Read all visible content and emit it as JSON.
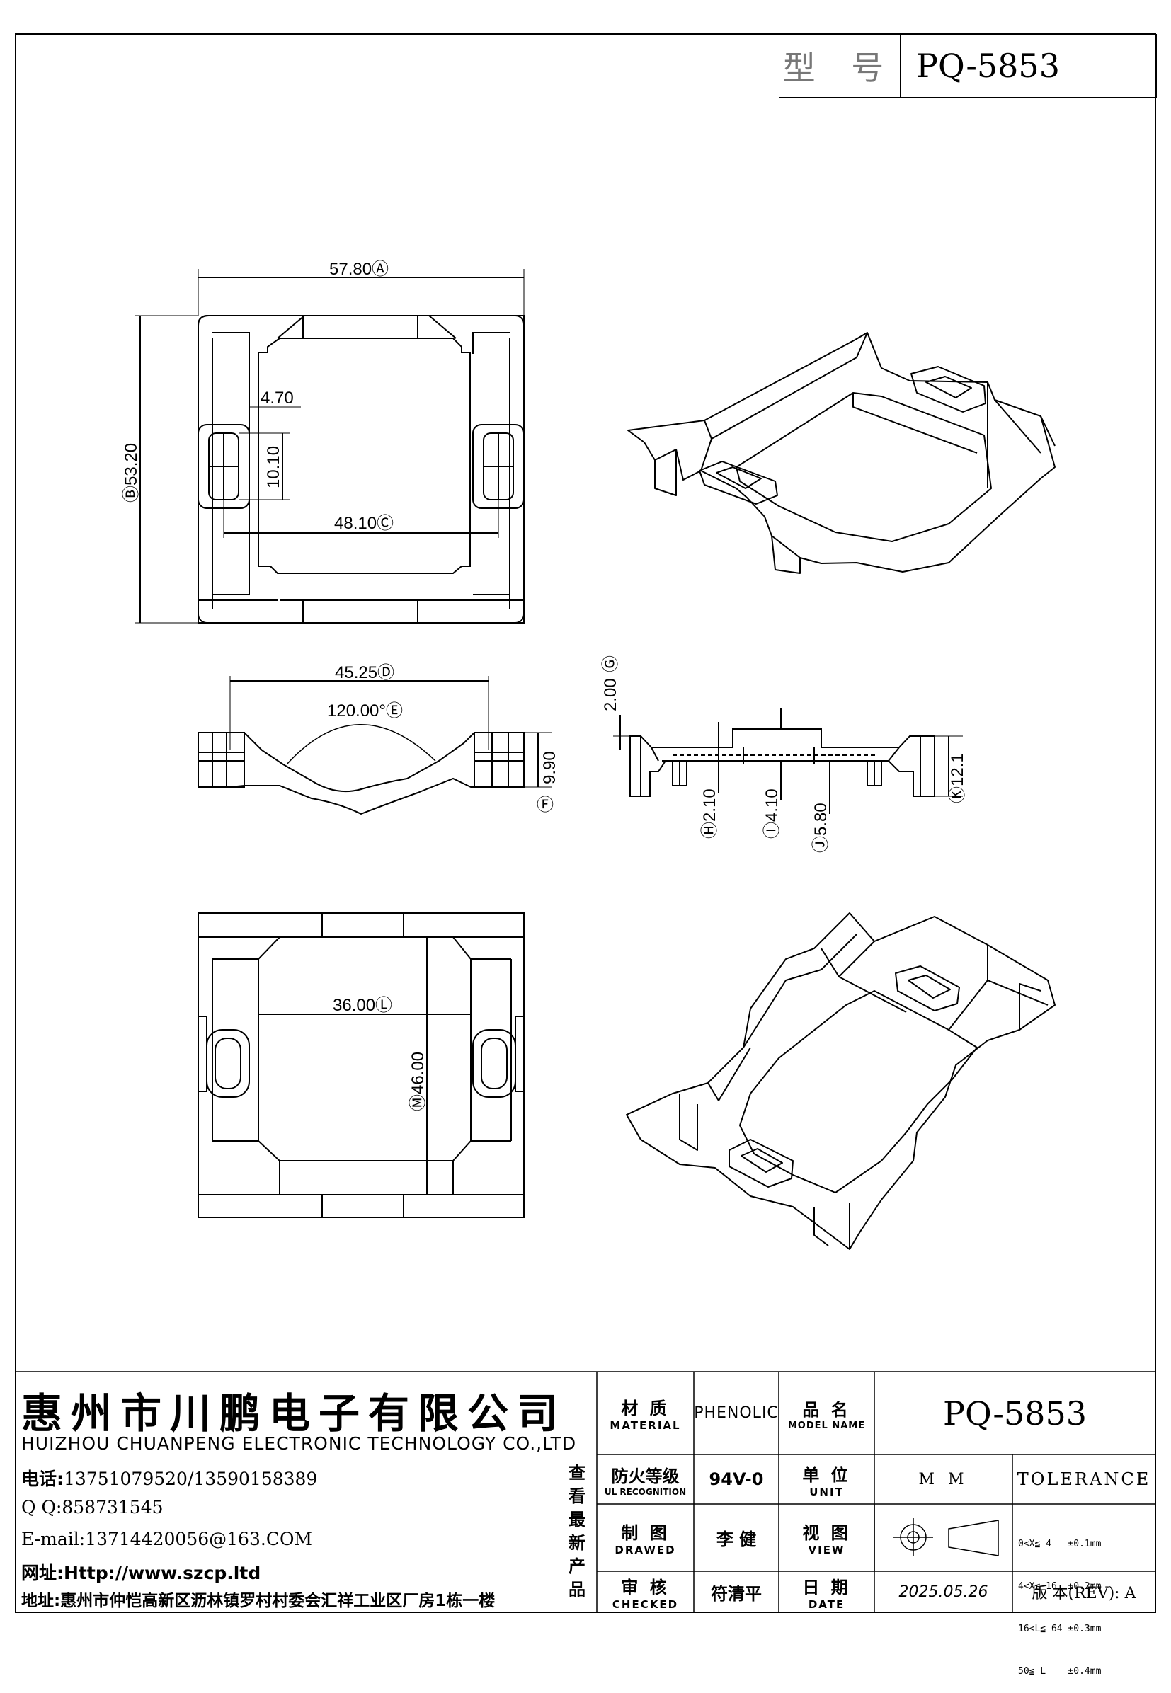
{
  "header": {
    "label": "型 号",
    "model": "PQ-5853"
  },
  "dimensions": {
    "A": "57.80Ⓐ",
    "B": "Ⓑ53.20",
    "C_top": "48.10Ⓒ",
    "d470": "4.70",
    "d1010": "10.10",
    "D": "45.25Ⓓ",
    "E": "120.00°Ⓔ",
    "F_val": "9.90",
    "F_mark": "Ⓕ",
    "G_mark": "Ⓖ",
    "G_val": "2.00",
    "H": "Ⓗ2.10",
    "I": "Ⓘ4.10",
    "J": "Ⓙ5.80",
    "K": "Ⓚ12.1",
    "L": "36.00Ⓛ",
    "M": "Ⓜ46.00"
  },
  "company": {
    "name_cn": "惠州市川鹏电子有限公司",
    "name_en": "HUIZHOU CHUANPENG ELECTRONIC TECHNOLOGY CO.,LTD",
    "phone_label": "电话:",
    "phone": "13751079520/13590158389",
    "qq": "Q Q:858731545",
    "email": "E-mail:13714420056@163.COM",
    "web_label": "网址:",
    "web": "Http://www.szcp.ltd",
    "addr_label": "地址:",
    "addr": "惠州市仲恺高新区沥林镇罗村村委会汇祥工业区厂房1栋一楼",
    "side_note": "查看最新产品"
  },
  "table": {
    "material_cn": "材 质",
    "material_en": "MATERIAL",
    "material_val": "PHENOLIC",
    "model_cn": "品 名",
    "model_en": "MODEL NAME",
    "model_val": "PQ-5853",
    "fire_cn": "防火等级",
    "fire_en": "UL RECOGNITION",
    "fire_val": "94V-0",
    "unit_cn": "单 位",
    "unit_en": "UNIT",
    "unit_val": "M M",
    "tolerance": "TOLERANCE",
    "drawn_cn": "制 图",
    "drawn_en": "DRAWED",
    "drawn_val": "李 健",
    "view_cn": "视 图",
    "view_en": "VIEW",
    "tol_lines": [
      "0<X≦ 4   ±0.1mm",
      "4<X≦ 16  ±0.2mm",
      "16<L≦ 64 ±0.3mm",
      "50≦ L    ±0.4mm"
    ],
    "check_cn": "审 核",
    "check_en": "CHECKED",
    "check_val": "符清平",
    "date_cn": "日 期",
    "date_en": "DATE",
    "date_val": "2025.05.26",
    "rev": "版 本(REV): A"
  }
}
